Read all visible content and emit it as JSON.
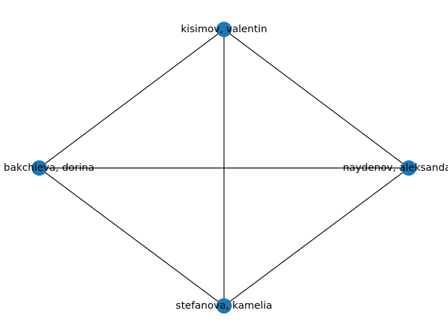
{
  "node_color": "#1f77b4",
  "edge_color": "#000000",
  "nodes": [
    {
      "id": "kisimov",
      "label": "kisimov, valentin"
    },
    {
      "id": "bakchieva",
      "label": "bakchieva, dorina"
    },
    {
      "id": "naydenov",
      "label": "naydenov, aleksandar"
    },
    {
      "id": "stefanova",
      "label": "stefanova, kamelia"
    }
  ],
  "edges": [
    {
      "source": "kisimov",
      "target": "bakchieva"
    },
    {
      "source": "kisimov",
      "target": "naydenov"
    },
    {
      "source": "kisimov",
      "target": "stefanova"
    },
    {
      "source": "bakchieva",
      "target": "naydenov"
    },
    {
      "source": "bakchieva",
      "target": "stefanova"
    },
    {
      "source": "naydenov",
      "target": "stefanova"
    }
  ]
}
